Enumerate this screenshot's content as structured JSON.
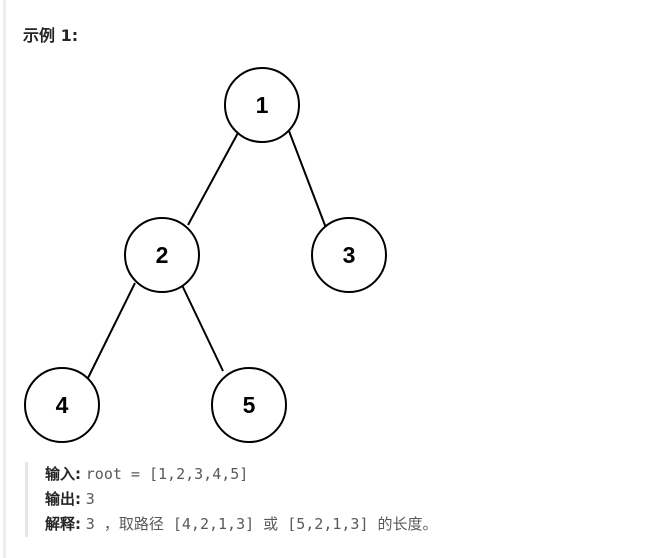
{
  "example": {
    "title": "示例 1:"
  },
  "tree": {
    "nodes": [
      "1",
      "2",
      "3",
      "4",
      "5"
    ]
  },
  "io": {
    "input_label": "输入:",
    "input_value": "root = [1,2,3,4,5]",
    "output_label": "输出:",
    "output_value": "3",
    "explain_label": "解释:",
    "explain_value": "3 ，取路径 [4,2,1,3] 或 [5,2,1,3] 的长度。"
  }
}
